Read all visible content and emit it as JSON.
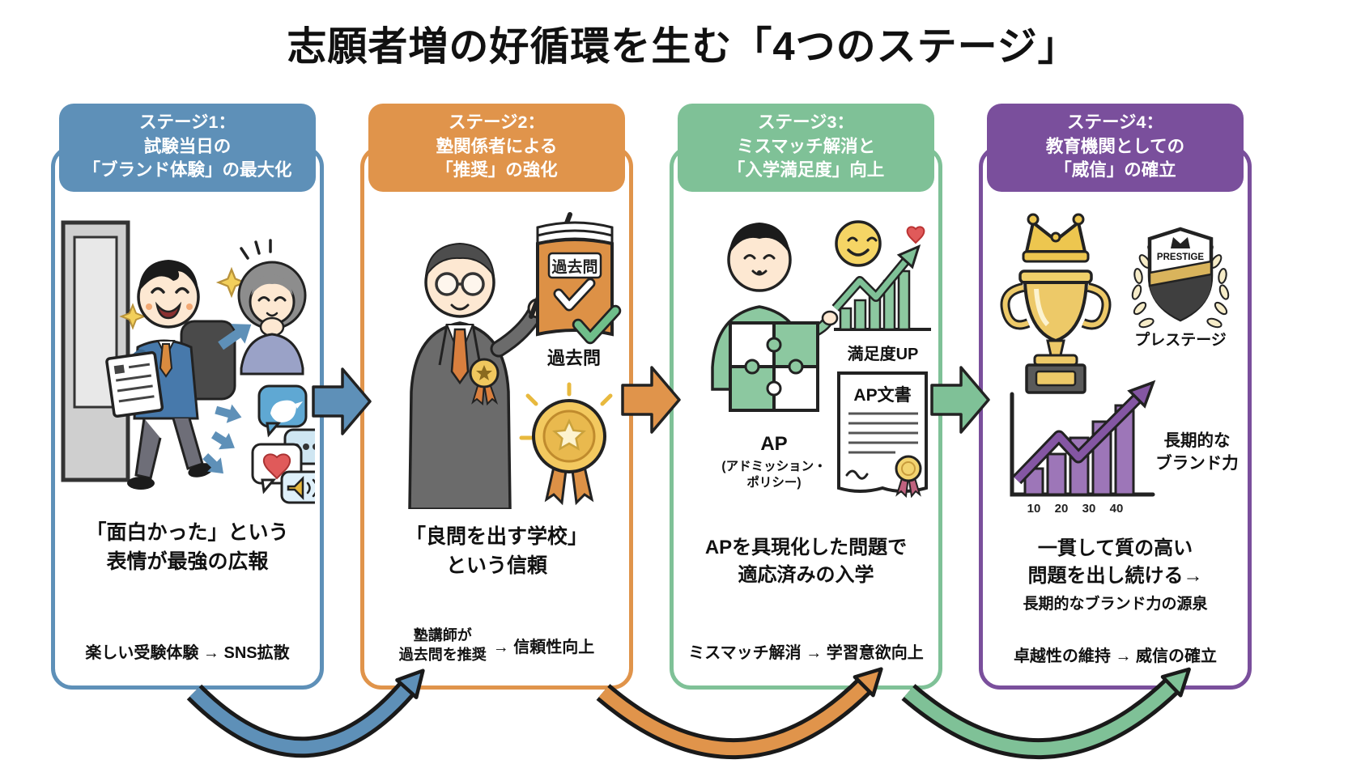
{
  "title": "志願者増の好循環を生む「4つのステージ」",
  "stages": [
    {
      "color": "#5e90b8",
      "header": "ステージ1：\n試験当日の\n「ブランド体験」の最大化",
      "main_text": "「面白かった」という\n表情が最強の広報",
      "footer_text": "楽しい受験体験 → SNS拡散"
    },
    {
      "color": "#e0944b",
      "header": "ステージ2：\n塾関係者による\n「推奨」の強化",
      "labels": {
        "book_title": "過去問",
        "book_caption": "過去問"
      },
      "main_text": "「良問を出す学校」\nという信頼",
      "footer_left": "塾講師が\n過去問を推奨",
      "footer_right": "→ 信頼性向上"
    },
    {
      "color": "#7fc197",
      "header": "ステージ3：\nミスマッチ解消と\n「入学満足度」向上",
      "labels": {
        "puzzle_caption": "AP",
        "puzzle_caption_sub": "(アドミッション・\nポリシー)",
        "chart_caption": "満足度UP",
        "doc_title": "AP文書"
      },
      "main_text": "APを具現化した問題で\n適応済みの入学",
      "footer_text": "ミスマッチ解消 → 学習意欲向上"
    },
    {
      "color": "#7a4f9c",
      "header": "ステージ4：\n教育機関としての\n「威信」の確立",
      "labels": {
        "badge_text": "PRESTIGE",
        "badge_caption": "プレステージ",
        "chart_caption": "長期的な\nブランド力",
        "ticks": [
          "10",
          "20",
          "30",
          "40"
        ]
      },
      "main_text": "一貫して質の高い\n問題を出し続ける→",
      "sub_text": "長期的なブランド力の源泉",
      "footer_text": "卓越性の維持 → 威信の確立"
    }
  ]
}
